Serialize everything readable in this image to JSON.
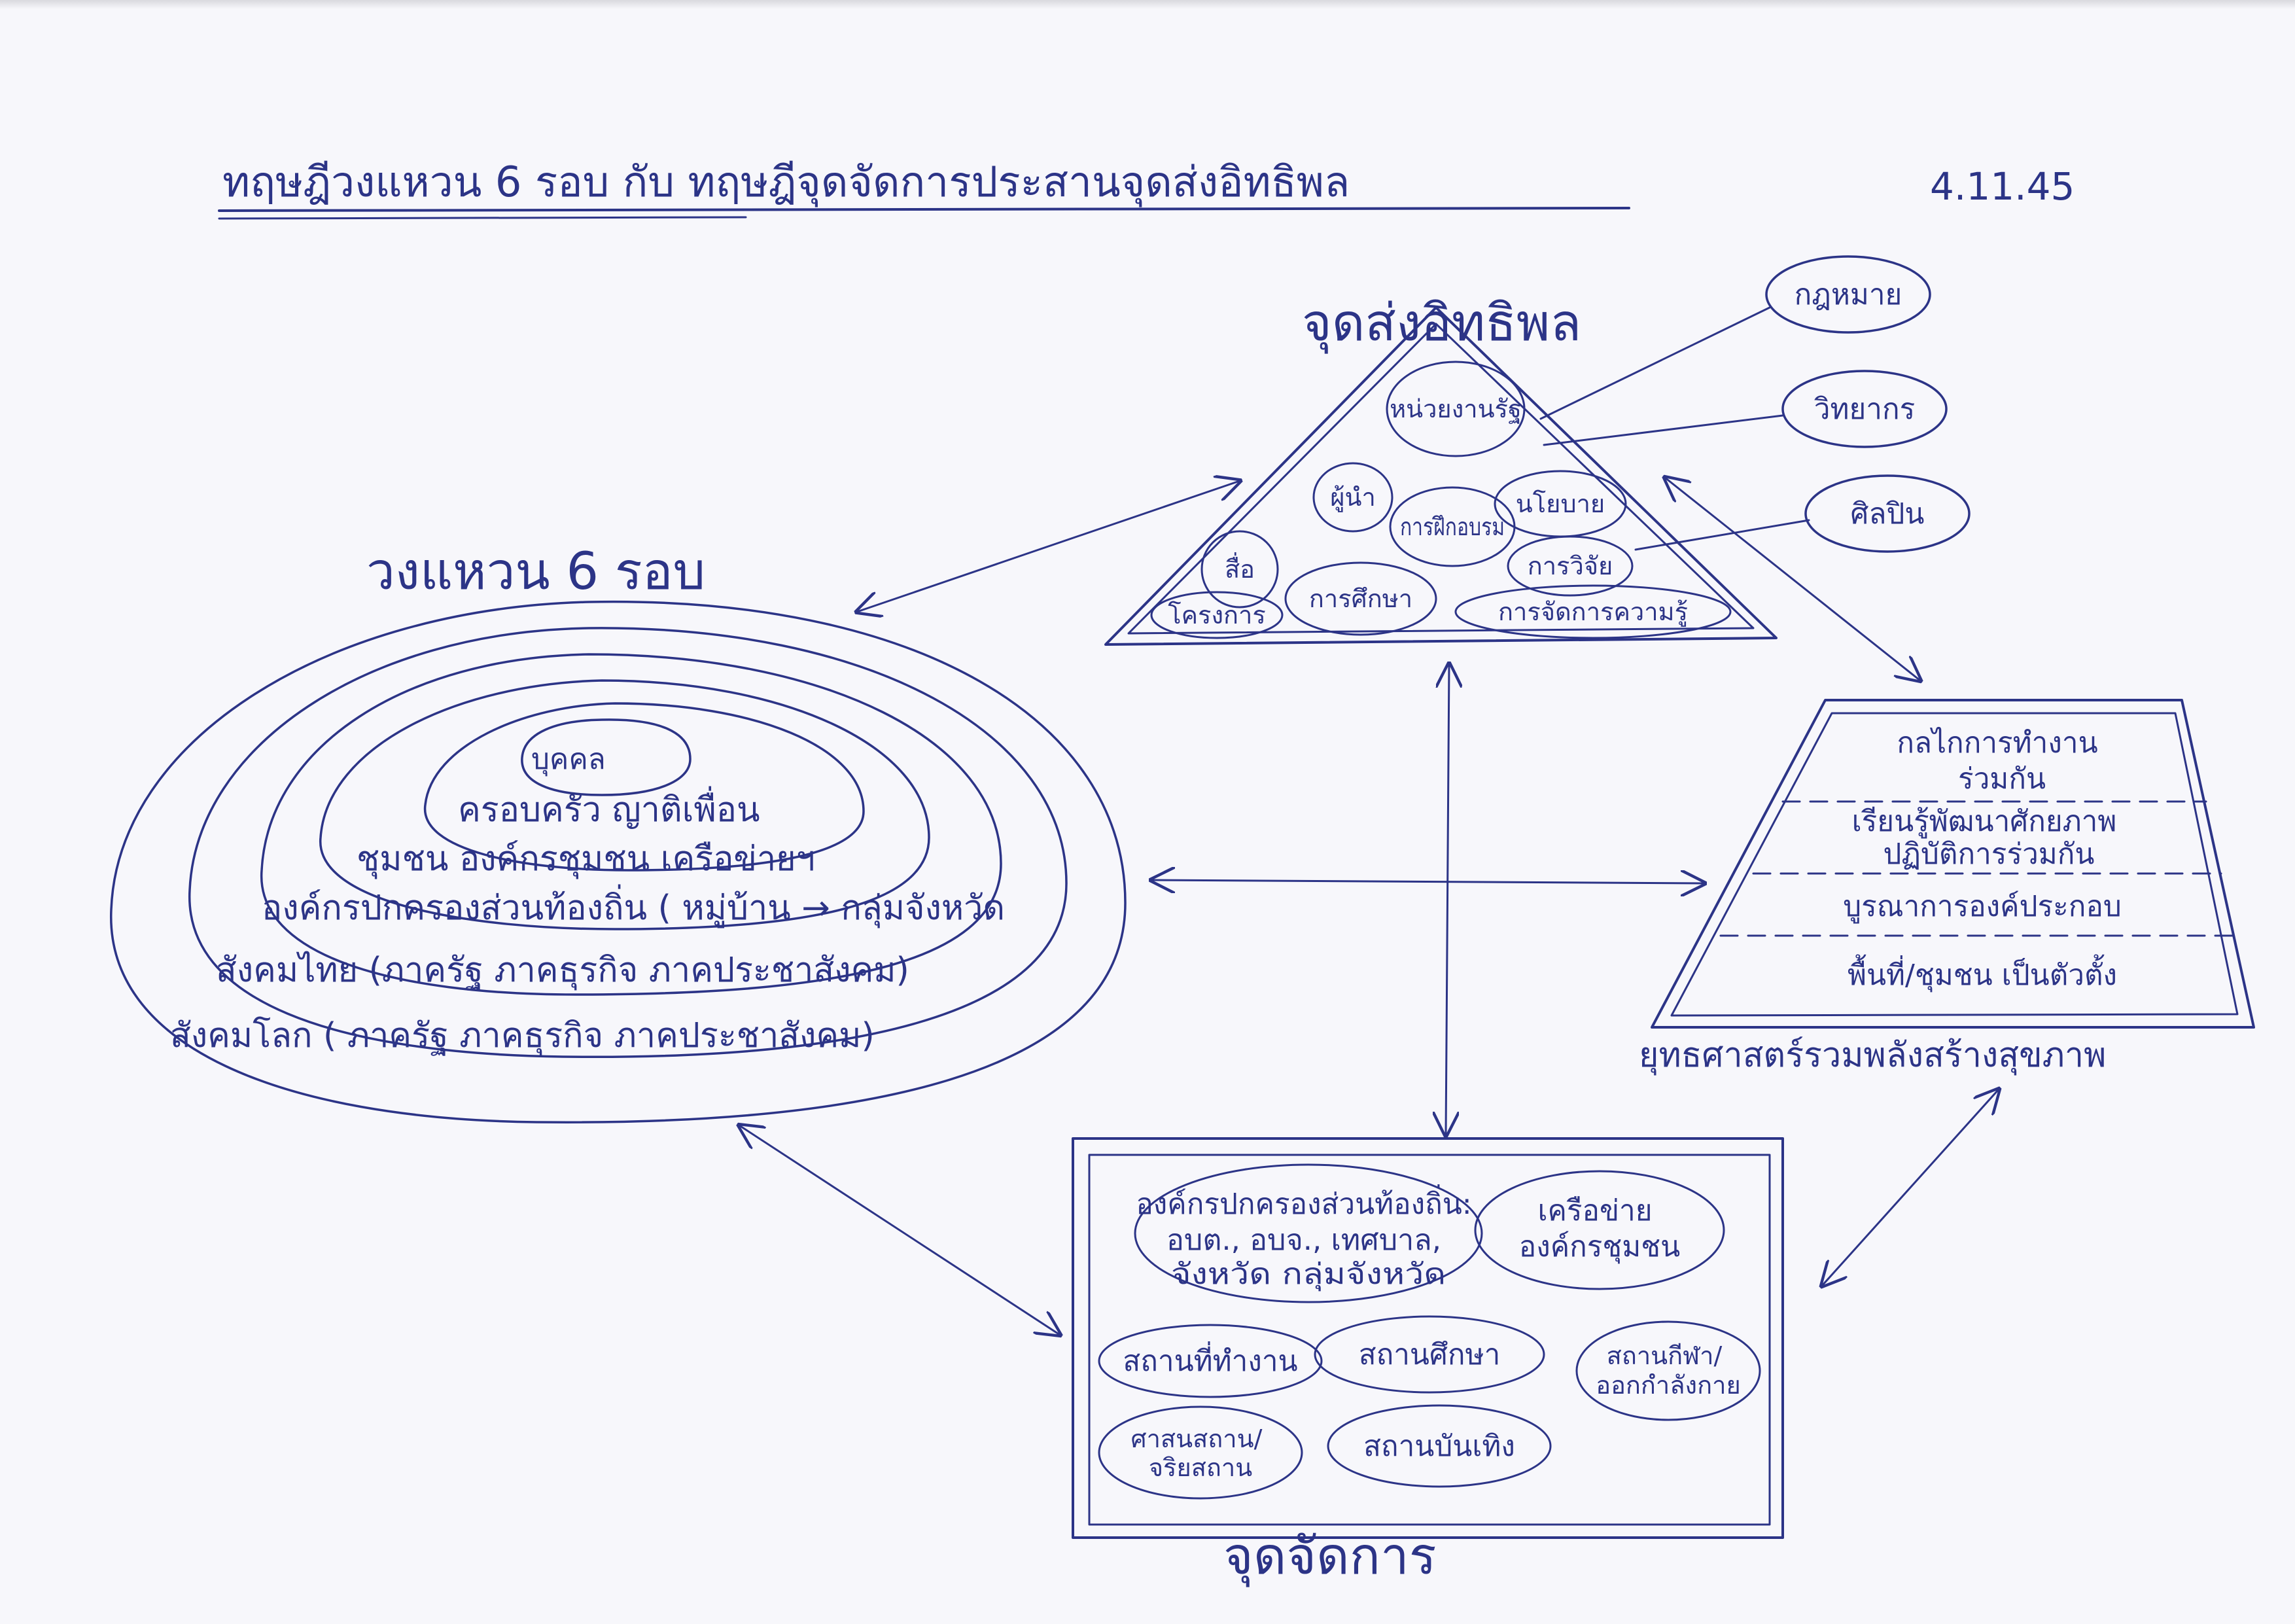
{
  "title": "ทฤษฎีวงแหวน 6 รอบ  กับ  ทฤษฎีจุดจัดการประสานจุดส่งอิทธิพล",
  "date": "4.11.45",
  "rings": {
    "label": "วงแหวน 6 รอบ",
    "items": [
      "บุคคล",
      "ครอบครัว ญาติเพื่อน",
      "ชุมชน องค์กรชุมชน เครือข่ายฯ",
      "องค์กรปกครองส่วนท้องถิ่น ( หมู่บ้าน → กลุ่มจังหวัด",
      "สังคมไทย (ภาครัฐ ภาคธุรกิจ ภาคประชาสังคม)",
      "สังคมโลก ( ภาครัฐ ภาคธุรกิจ ภาคประชาสังคม)"
    ]
  },
  "influence": {
    "label": "จุดส่งอิทธิพล",
    "nodes": [
      "หน่วยงานรัฐ",
      "ผู้นำ",
      "การฝึกอบรม",
      "นโยบาย",
      "สื่อ",
      "การวิจัย",
      "โครงการ",
      "การศึกษา",
      "การจัดการความรู้"
    ],
    "external": [
      "กฎหมาย",
      "วิทยากร",
      "ศิลปิน"
    ]
  },
  "strategy": {
    "label": "ยุทธศาสตร์รวมพลังสร้างสุขภาพ",
    "bands": [
      "กลไกการทำงาน\nร่วมกัน",
      "เรียนรู้พัฒนาศักยภาพ\nปฏิบัติการร่วมกัน",
      "บูรณาการองค์ประกอบ",
      "พื้นที่/ชุมชน เป็นตัวตั้ง"
    ]
  },
  "management": {
    "label": "จุดจัดการ",
    "org_block": "องค์กรปกครองส่วนท้องถิ่น:\nอบต., อบจ., เทศบาล,\nจังหวัด กลุ่มจังหวัด",
    "network": "เครือข่าย\nองค์กรชุมชน",
    "places": [
      "สถานที่ทำงาน",
      "สถานศึกษา",
      "สถานกีฬา/\nออกกำลังกาย",
      "ศาสนสถาน/\nจริยสถาน",
      "สถานบันเทิง"
    ]
  },
  "colors": {
    "ink": "#2c3487",
    "paper": "#f7f7fb"
  }
}
